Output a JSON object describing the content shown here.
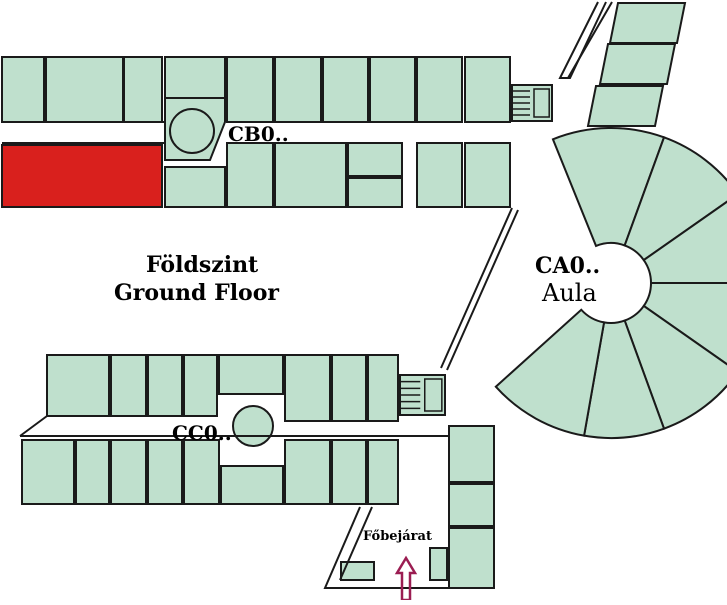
{
  "labels": {
    "title_hu": "Földszint",
    "title_en": "Ground Floor",
    "wing_b": "CB0..",
    "wing_a": "CA0..",
    "wing_a_name": "Aula",
    "wing_c": "CC0..",
    "entrance": "Főbejárat"
  },
  "colors": {
    "room_fill": "#bfe0cd",
    "wall": "#1a1a1a",
    "highlight": "#d9201d",
    "arrow": "#9b1d52",
    "background": "#ffffff"
  },
  "icons": {
    "staircase": "staircase-icon",
    "entrance_arrow": "entrance-arrow-icon"
  },
  "highlighted_room": "CB0 west wing room (red)"
}
